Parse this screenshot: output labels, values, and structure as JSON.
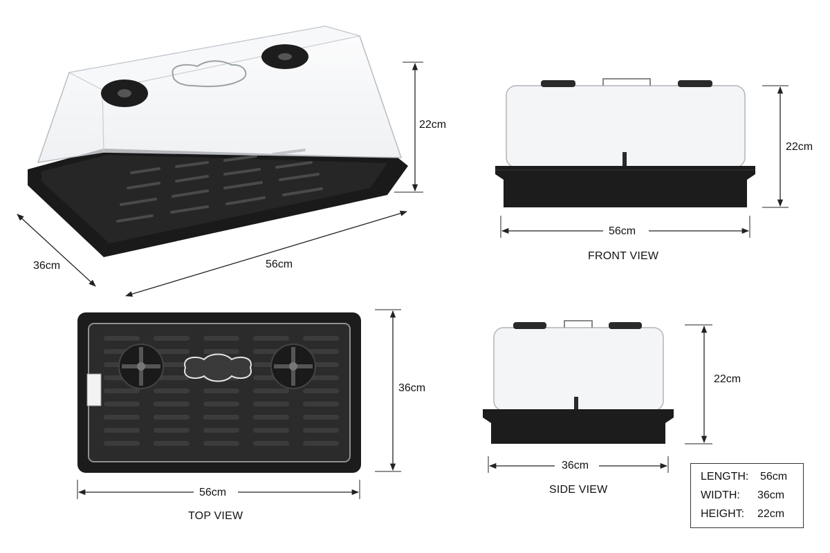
{
  "views": {
    "perspective": {
      "width_label": "56cm",
      "depth_label": "36cm",
      "height_label": "22cm"
    },
    "front": {
      "width_label": "56cm",
      "height_label": "22cm",
      "caption": "FRONT VIEW"
    },
    "top": {
      "width_label": "56cm",
      "depth_label": "36cm",
      "caption": "TOP VIEW"
    },
    "side": {
      "width_label": "36cm",
      "height_label": "22cm",
      "caption": "SIDE VIEW"
    }
  },
  "specs": [
    {
      "label": "LENGTH:",
      "value": "56cm"
    },
    {
      "label": "WIDTH:",
      "value": "36cm"
    },
    {
      "label": "HEIGHT:",
      "value": "22cm"
    }
  ],
  "colors": {
    "tray": "#1c1c1c",
    "dome": "#f4f5f7",
    "outline": "#222222",
    "vent": "#2a2a2a"
  }
}
